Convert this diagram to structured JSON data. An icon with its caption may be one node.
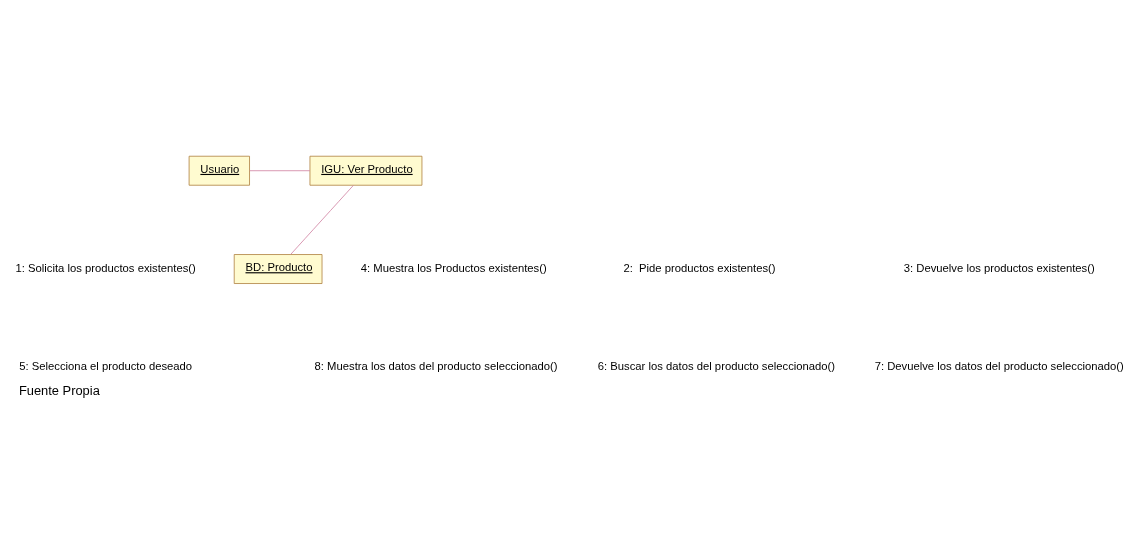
{
  "diagram": {
    "caption": "Fuente Propia",
    "nodes": [
      {
        "text": [
          "Usuario"
        ]
      },
      {
        "text": [
          "IGU: Ver Producto"
        ]
      },
      {
        "text": [
          "BD: Producto"
        ]
      }
    ],
    "edges": [
      {
        "from": 0,
        "to": 1,
        "arrow": "none"
      },
      {
        "from": 1,
        "to": 2,
        "arrow": "none"
      }
    ],
    "labels": [
      "1: Solicita los productos existentes()",
      "5: Selecciona el producto deseado",
      "4: Muestra los Productos existentes()",
      "8: Muestra los datos del producto seleccionado()",
      "3: Devuelve los productos existentes()",
      "7: Devuelve los datos del producto seleccionado()",
      "2:  Pide productos existentes()",
      "6: Buscar los datos del producto seleccionado()"
    ]
  }
}
